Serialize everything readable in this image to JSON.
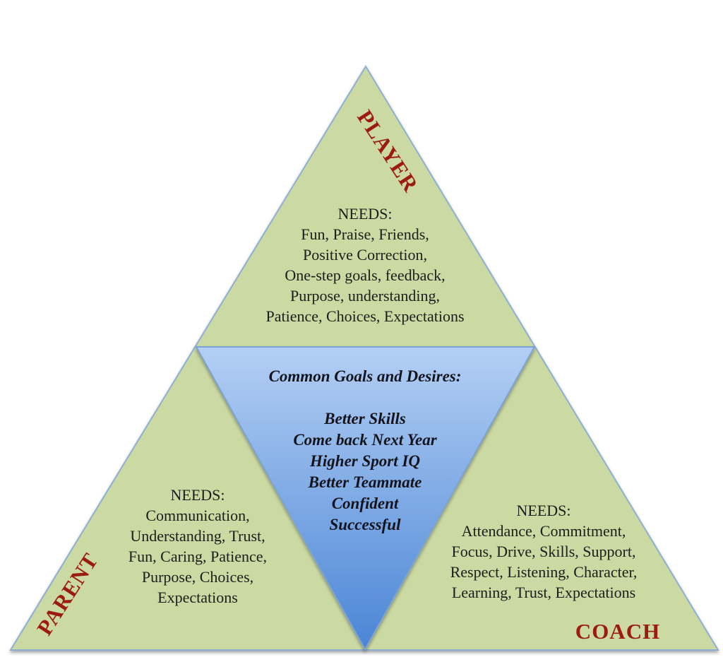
{
  "diagram": {
    "corner_labels": {
      "player": "PLAYER",
      "parent": "PARENT",
      "coach": "COACH"
    },
    "player_needs": {
      "heading": "NEEDS:",
      "lines": [
        "Fun, Praise, Friends,",
        "Positive Correction,",
        "One-step goals, feedback,",
        "Purpose, understanding,",
        "Patience, Choices, Expectations"
      ]
    },
    "parent_needs": {
      "heading": "NEEDS:",
      "lines": [
        "Communication,",
        "Understanding, Trust,",
        "Fun, Caring, Patience,",
        "Purpose, Choices,",
        "Expectations"
      ]
    },
    "coach_needs": {
      "heading": "NEEDS:",
      "lines": [
        "Attendance, Commitment,",
        "Focus, Drive, Skills, Support,",
        "Respect, Listening, Character,",
        "Learning, Trust, Expectations"
      ]
    },
    "center": {
      "heading": "Common Goals and Desires:",
      "lines": [
        "Better Skills",
        "Come back Next Year",
        "Higher Sport IQ",
        "Better Teammate",
        "Confident",
        "Successful"
      ]
    },
    "colors": {
      "triangle_green": "#cbd9a3",
      "triangle_blue_top": "#b3cff4",
      "triangle_blue_bottom": "#4b85d6",
      "edge_stroke": "#8eafd4",
      "label_red": "#9c1a12",
      "body_text": "#1d1d1b"
    }
  }
}
